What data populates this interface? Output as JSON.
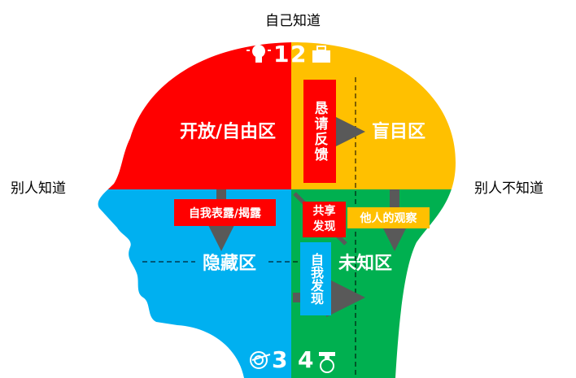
{
  "axes": {
    "top": "自己知道",
    "left": "别人知道",
    "right": "别人不知道"
  },
  "zones": {
    "open": "开放/自由区",
    "blind": "盲目区",
    "hidden": "隐藏区",
    "unknown": "未知区"
  },
  "numbers": {
    "one": "1",
    "two": "2",
    "three": "3",
    "four": "4"
  },
  "boxes": {
    "feedback": "恳请反馈",
    "disclosure": "自我表露/揭露",
    "shared": "共享发现",
    "observation": "他人的观察",
    "self_discovery": "自我发现"
  },
  "colors": {
    "open": "#ff0000",
    "blind": "#ffc000",
    "hidden": "#00b0f0",
    "unknown": "#00b050",
    "arrow": "#595959"
  },
  "icons": [
    "lightbulb-icon",
    "briefcase-icon",
    "target-icon",
    "trophy-icon"
  ]
}
